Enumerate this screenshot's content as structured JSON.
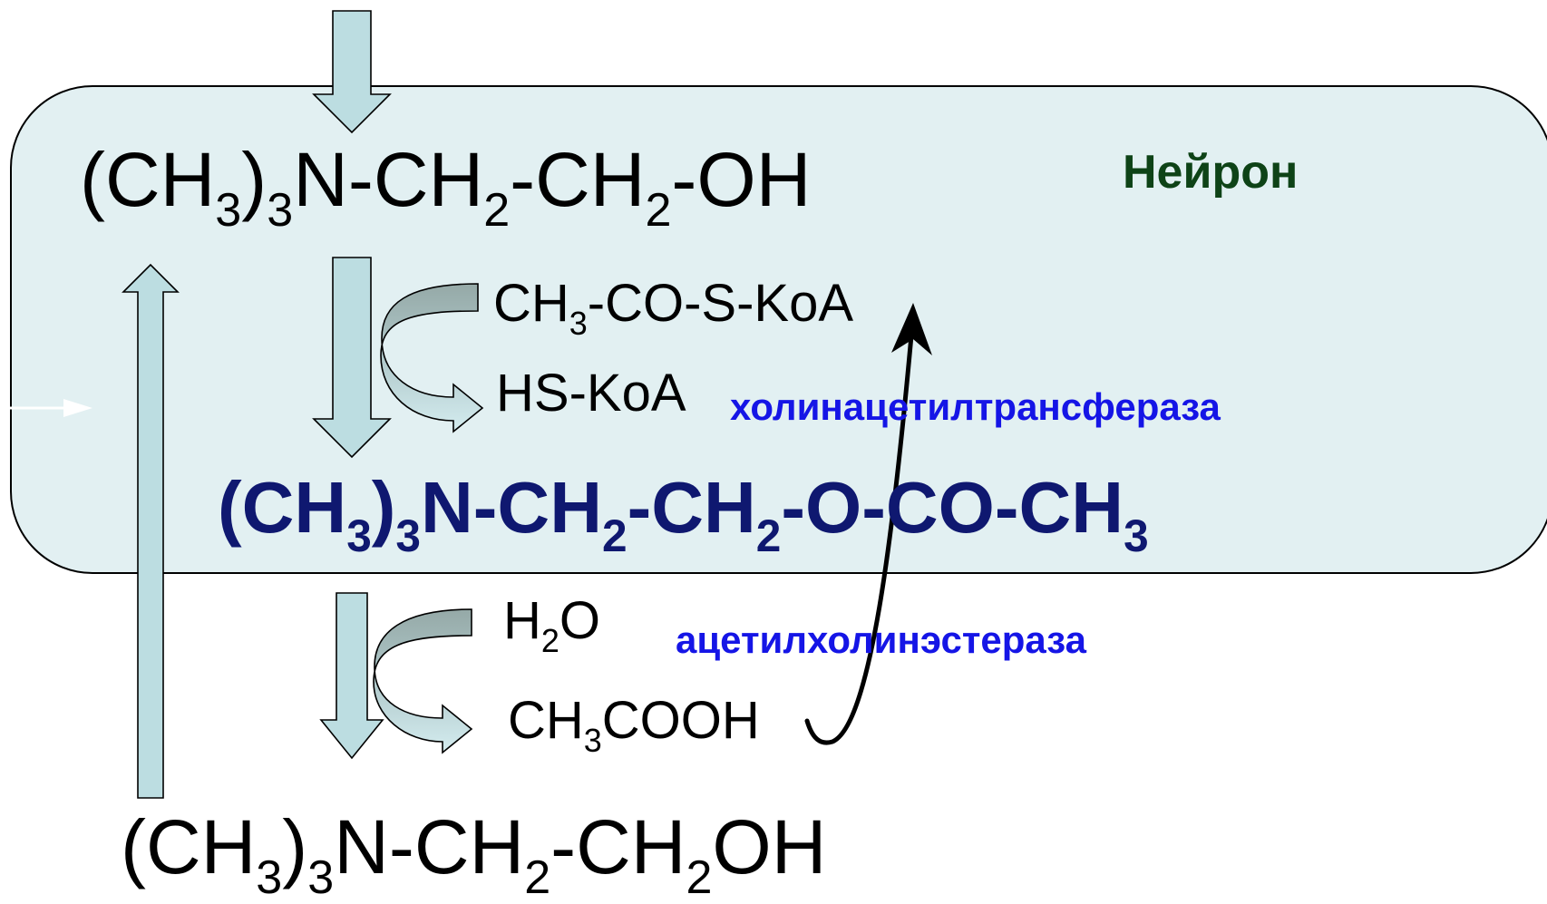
{
  "neuron_label": "Нейрон",
  "choline_top": {
    "a": "(CH",
    "s1": "3",
    "b": ")",
    "s2": "3",
    "c": "N-CH",
    "s3": "2",
    "d": "-CH",
    "s4": "2",
    "e": "-OH"
  },
  "acetyl_coa": {
    "a": "CH",
    "s1": "3",
    "b": "-CO-S-KoA"
  },
  "hs_coa": "HS-KoA",
  "enzyme_synthesis": "холинацетилтрансфераза",
  "acetylcholine": {
    "a": "(CH",
    "s1": "3",
    "b": ")",
    "s2": "3",
    "c": "N-CH",
    "s3": "2",
    "d": "-CH",
    "s4": "2",
    "e": "-O-CO-CH",
    "s5": "3"
  },
  "water": {
    "a": "H",
    "s1": "2",
    "b": "O"
  },
  "enzyme_hydrolysis": "ацетилхолинэстераза",
  "acetic_acid": {
    "a": "CH",
    "s1": "3",
    "b": "COOH"
  },
  "choline_bottom": {
    "a": "(CH",
    "s1": "3",
    "b": ")",
    "s2": "3",
    "c": "N-CH",
    "s3": "2",
    "d": "-CH",
    "s4": "2",
    "e": "OH"
  },
  "colors": {
    "neuron_fill": "#e2f0f2",
    "arrow_fill": "#bcdde1",
    "curved_arrow_dark": "#95a9a7",
    "acetylcholine_text": "#0f1870",
    "enzyme_text": "#1515e6",
    "neuron_text": "#0e4317"
  }
}
